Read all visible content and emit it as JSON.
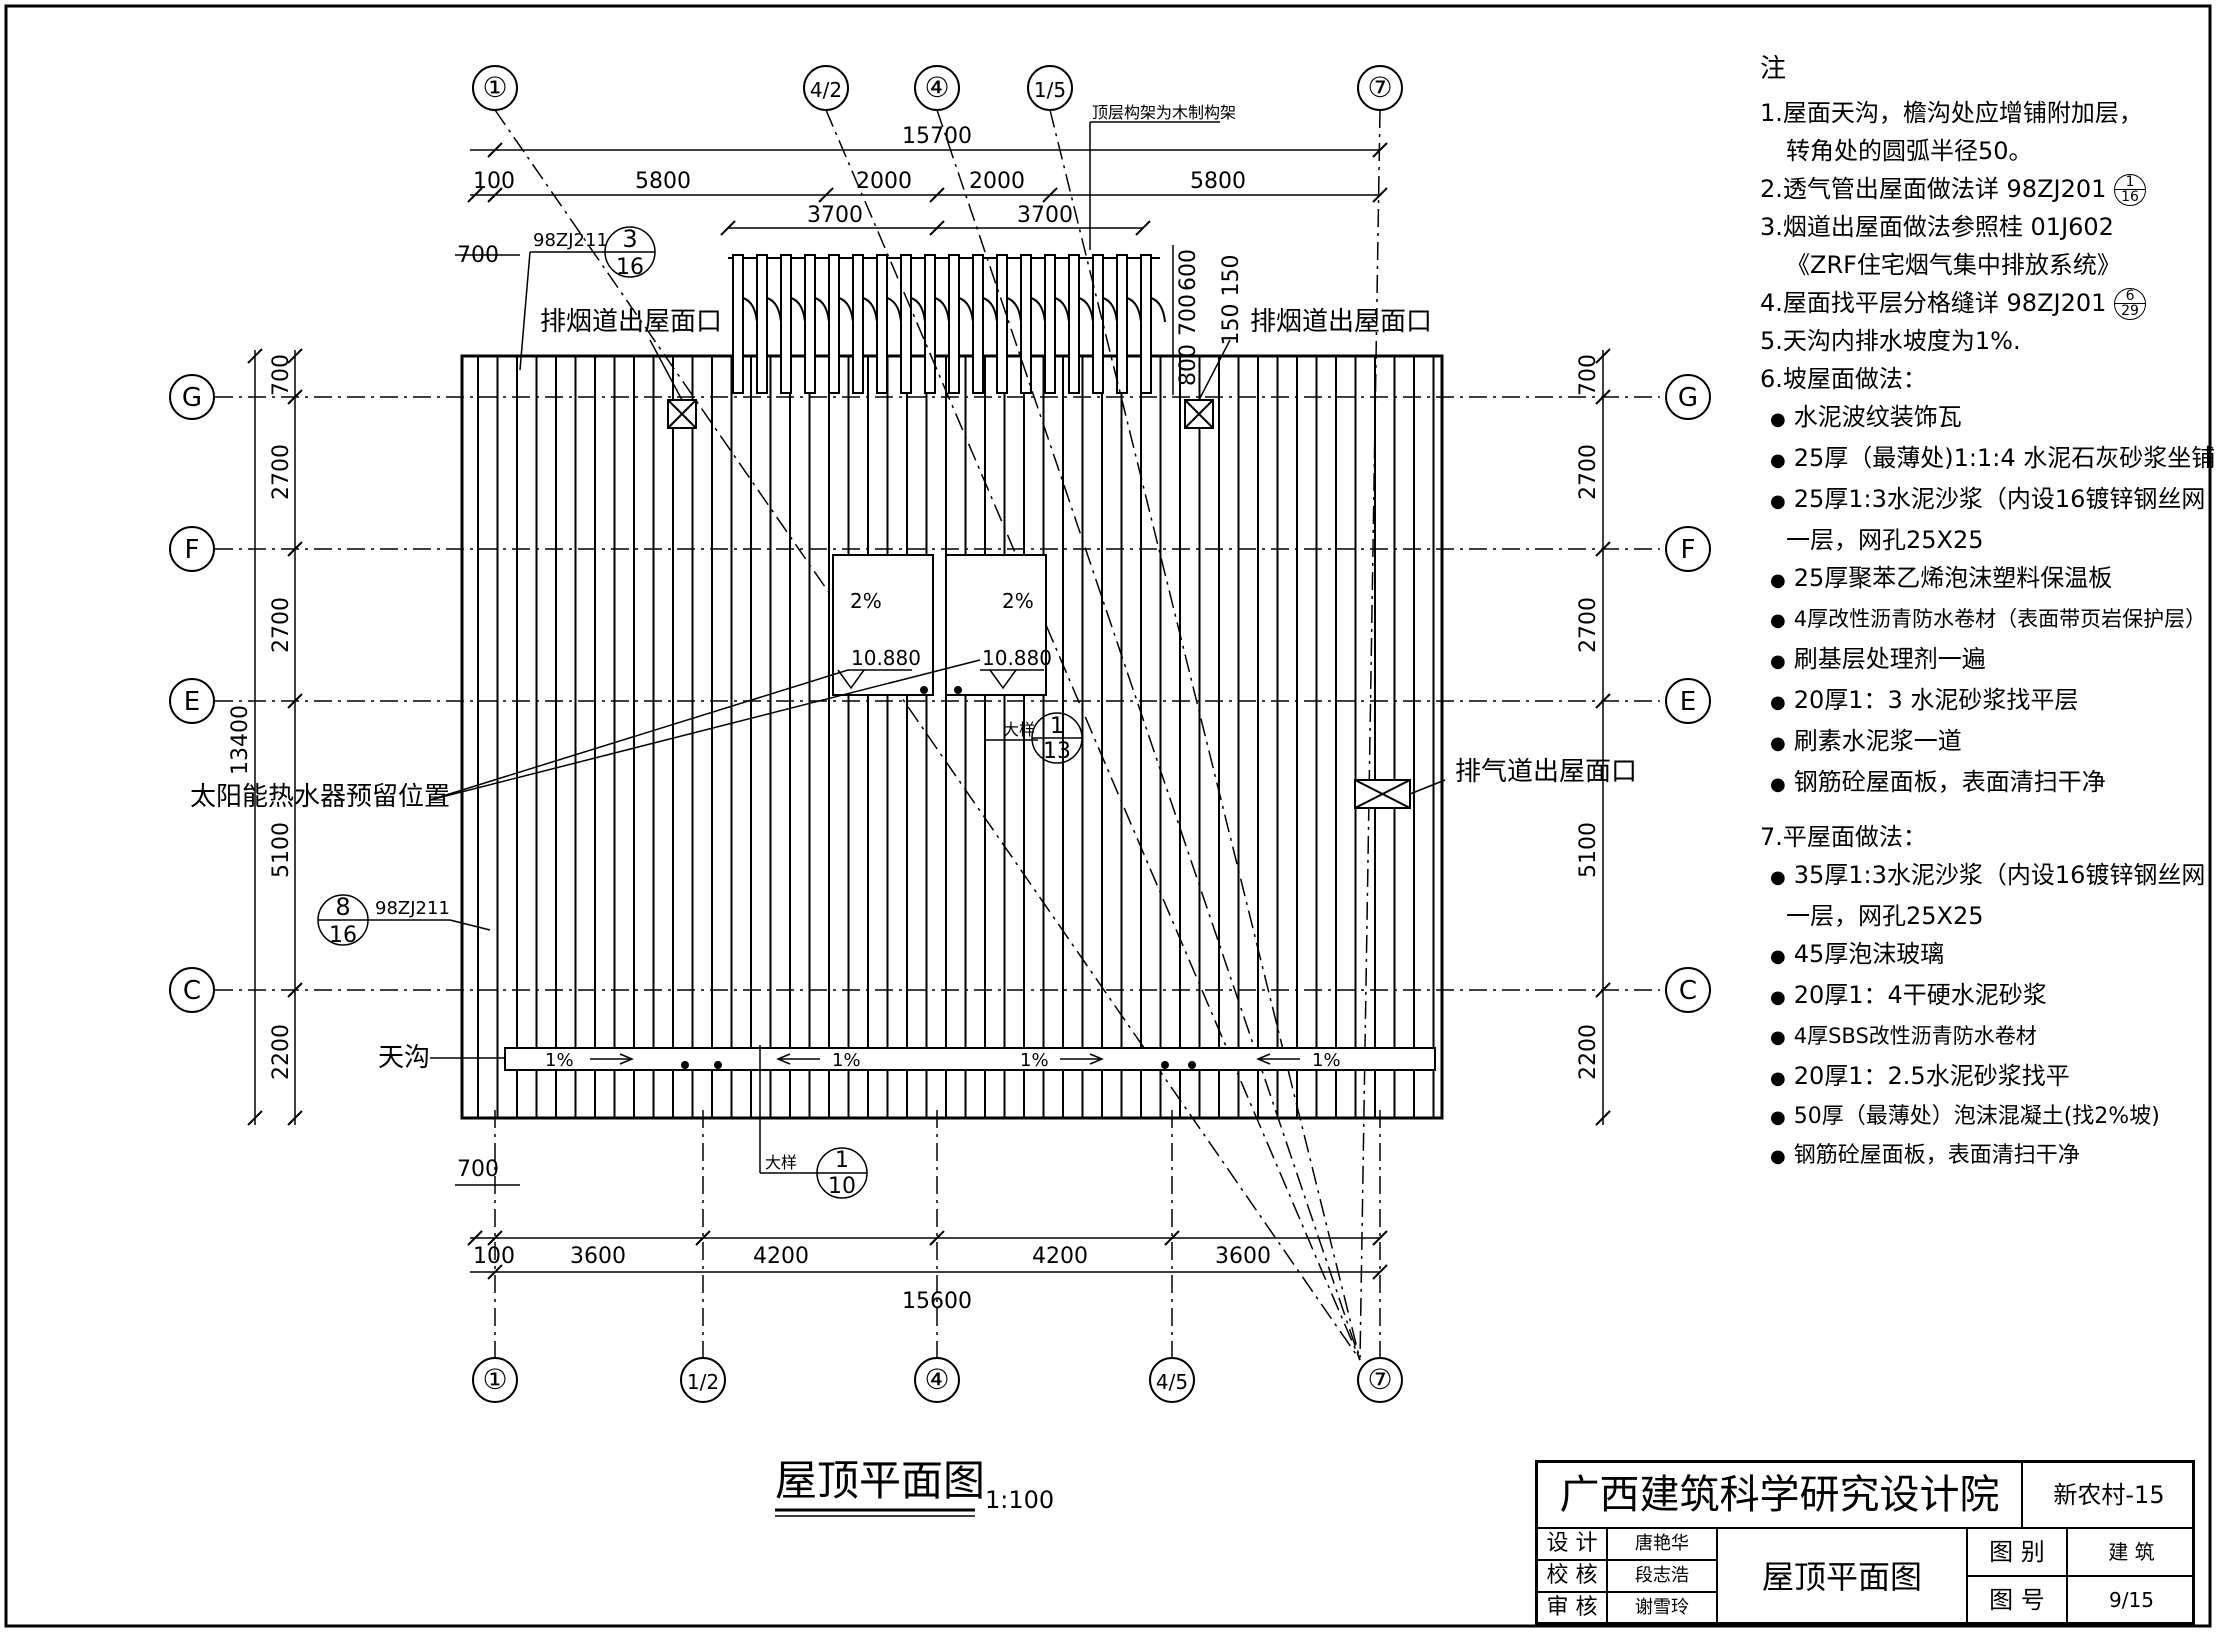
{
  "drawing": {
    "title": "屋顶平面图",
    "scale": "1:100",
    "top_right_label": "顶层构架为木制构架"
  },
  "axes": {
    "top": [
      "①",
      "4/2",
      "④",
      "1/5",
      "⑦"
    ],
    "bottom": [
      "①",
      "1/2",
      "④",
      "4/5",
      "⑦"
    ],
    "left": [
      "G",
      "F",
      "E",
      "C"
    ],
    "right": [
      "G",
      "F",
      "E",
      "C"
    ]
  },
  "dimensions": {
    "top_total": "15700",
    "top_segments": [
      "100",
      "5800",
      "2000",
      "2000",
      "5800"
    ],
    "top_inner": [
      "3700",
      "3700"
    ],
    "bottom_total": "15600",
    "bottom_segments": [
      "100",
      "3600",
      "4200",
      "4200",
      "3600"
    ],
    "left_total": "13400",
    "left_segments": [
      "700",
      "2700",
      "2700",
      "5100",
      "2200"
    ],
    "right_segments": [
      "700",
      "2700",
      "2700",
      "5100",
      "2200"
    ],
    "overhang_top": "700",
    "overhang_bottom": "700",
    "pergola_dims": [
      "600",
      "700",
      "800",
      "150 150"
    ]
  },
  "annotations": {
    "smoke_left": "排烟道出屋面口",
    "smoke_right": "排烟道出屋面口",
    "exhaust": "排气道出屋面口",
    "solar": "太阳能热水器预留位置",
    "gutter": "天沟",
    "ref_top_code": "98ZJ211",
    "ref_top_num": "3",
    "ref_top_den": "16",
    "ref_left_code": "98ZJ211",
    "ref_left_num": "8",
    "ref_left_den": "16",
    "slope_a": "2%",
    "slope_b": "2%",
    "elev_a": "10.880",
    "elev_b": "10.880",
    "detail_label": "大样",
    "detail_mid_num": "1",
    "detail_mid_den": "13",
    "detail_bot_num": "1",
    "detail_bot_den": "10",
    "gutter_slopes": [
      "1%",
      "1%",
      "1%",
      "1%"
    ]
  },
  "notes": {
    "title": "注",
    "n1": "1.屋面天沟，檐沟处应增铺附加层，",
    "n1b": "转角处的圆弧半径50。",
    "n2": "2.透气管出屋面做法详 98ZJ201",
    "n2_num": "1",
    "n2_den": "16",
    "n3": "3.烟道出屋面做法参照桂 01J602",
    "n3b": "《ZRF住宅烟气集中排放系统》",
    "n4": "4.屋面找平层分格缝详 98ZJ201",
    "n4_num": "6",
    "n4_den": "29",
    "n5": "5.天沟内排水坡度为1%.",
    "n6": "6.坡屋面做法：",
    "slope_roof": [
      "水泥波纹装饰瓦",
      "25厚（最薄处)1:1:4 水泥石灰砂浆坐铺",
      "25厚1:3水泥沙浆（内设16镀锌钢丝网",
      "25厚聚苯乙烯泡沫塑料保温板",
      "4厚改性沥青防水卷材（表面带页岩保护层）",
      "刷基层处理剂一遍",
      "20厚1：3 水泥砂浆找平层",
      "刷素水泥浆一道",
      "钢筋砼屋面板，表面清扫干净"
    ],
    "slope_roof_cont": "一层，网孔25X25",
    "n7": "7.平屋面做法：",
    "flat_roof": [
      "35厚1:3水泥沙浆（内设16镀锌钢丝网",
      "45厚泡沫玻璃",
      "20厚1：4干硬水泥砂浆",
      "4厚SBS改性沥青防水卷材",
      "20厚1：2.5水泥砂浆找平",
      "50厚（最薄处）泡沫混凝土(找2%坡)",
      "钢筋砼屋面板，表面清扫干净"
    ],
    "flat_roof_cont": "一层，网孔25X25"
  },
  "title_block": {
    "institute": "广西建筑科学研究设计院",
    "project": "新农村-15",
    "row_labels": [
      "设 计",
      "校 核",
      "审 核"
    ],
    "names": [
      "唐艳华",
      "段志浩",
      "谢雪玲"
    ],
    "drawing_name": "屋顶平面图",
    "category_label": "图 别",
    "category_value": "建 筑",
    "number_label": "图 号",
    "number_value": "9/15"
  }
}
